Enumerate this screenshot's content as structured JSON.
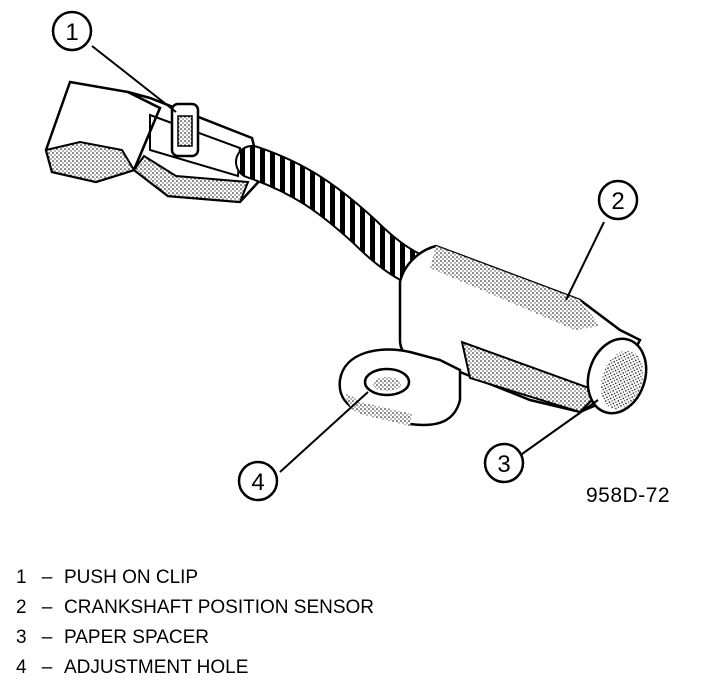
{
  "figure": {
    "callouts": [
      {
        "number": "1"
      },
      {
        "number": "2"
      },
      {
        "number": "3"
      },
      {
        "number": "4"
      }
    ],
    "figure_id": "958D-72"
  },
  "legend": [
    {
      "number": "1",
      "separator": "–",
      "label": "PUSH ON CLIP"
    },
    {
      "number": "2",
      "separator": "–",
      "label": "CRANKSHAFT POSITION SENSOR"
    },
    {
      "number": "3",
      "separator": "–",
      "label": "PAPER SPACER"
    },
    {
      "number": "4",
      "separator": "–",
      "label": "ADJUSTMENT HOLE"
    }
  ]
}
